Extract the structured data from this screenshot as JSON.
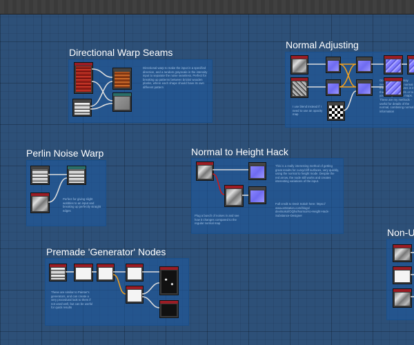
{
  "frames": {
    "directional_warp": {
      "title": "Directional Warp Seams",
      "note": "Directional warp to make the input in a specified direction, and a random grayscale in the intensity input to separate the noise seamless. Perfect for breaking up patterns between bricks/ wooden planks, where each shape should have its own different pattern"
    },
    "normal_adjusting": {
      "title": "Normal Adjusting",
      "note_left": "I use blend instead if I need to use an opacity map",
      "note_right": "Occasionally you may need to adjust the normal map to make features in it that are closer to 0/1 or to your liking more ... maps. These are my methods - useful for details of the normal, combining normal information"
    },
    "perlin_noise_warp": {
      "title": "Perlin Noise Warp",
      "note": "Perfect for giving slight wobbles to an input and breaking up perfectly straight edges"
    },
    "normal_to_height": {
      "title": "Normal to Height Hack",
      "note_main": "This is a really interesting method of getting great results for curvy/cliff surfaces, very quickly, using the normal to height mode. Despite the red arrow, the node still works and creates interesting variations of the input.",
      "note_credit": "Full credit to Devit Sokol! here: https:// www.artstation.com/blogs/ devitsokol/OQhs/Normal-to-Height-Hack-Substance-Designer",
      "note_bottom": "Plug a bunch of noises in and see how it changes compared to the regular normal map"
    },
    "premade_generator": {
      "title": "Premade 'Generator' Nodes",
      "note": "These are similar to Painter's generators, and can create a very procedural look to them if not used well, but can be useful for quick results"
    },
    "non_uniform": {
      "title": "Non-U"
    }
  },
  "colors": {
    "background": "#2d5078",
    "frame_fill": "#2a64a8",
    "node_header_red": "#9b1c24",
    "wire_white": "#dddddd",
    "wire_orange": "#f0a020",
    "wire_red": "#d01818"
  }
}
